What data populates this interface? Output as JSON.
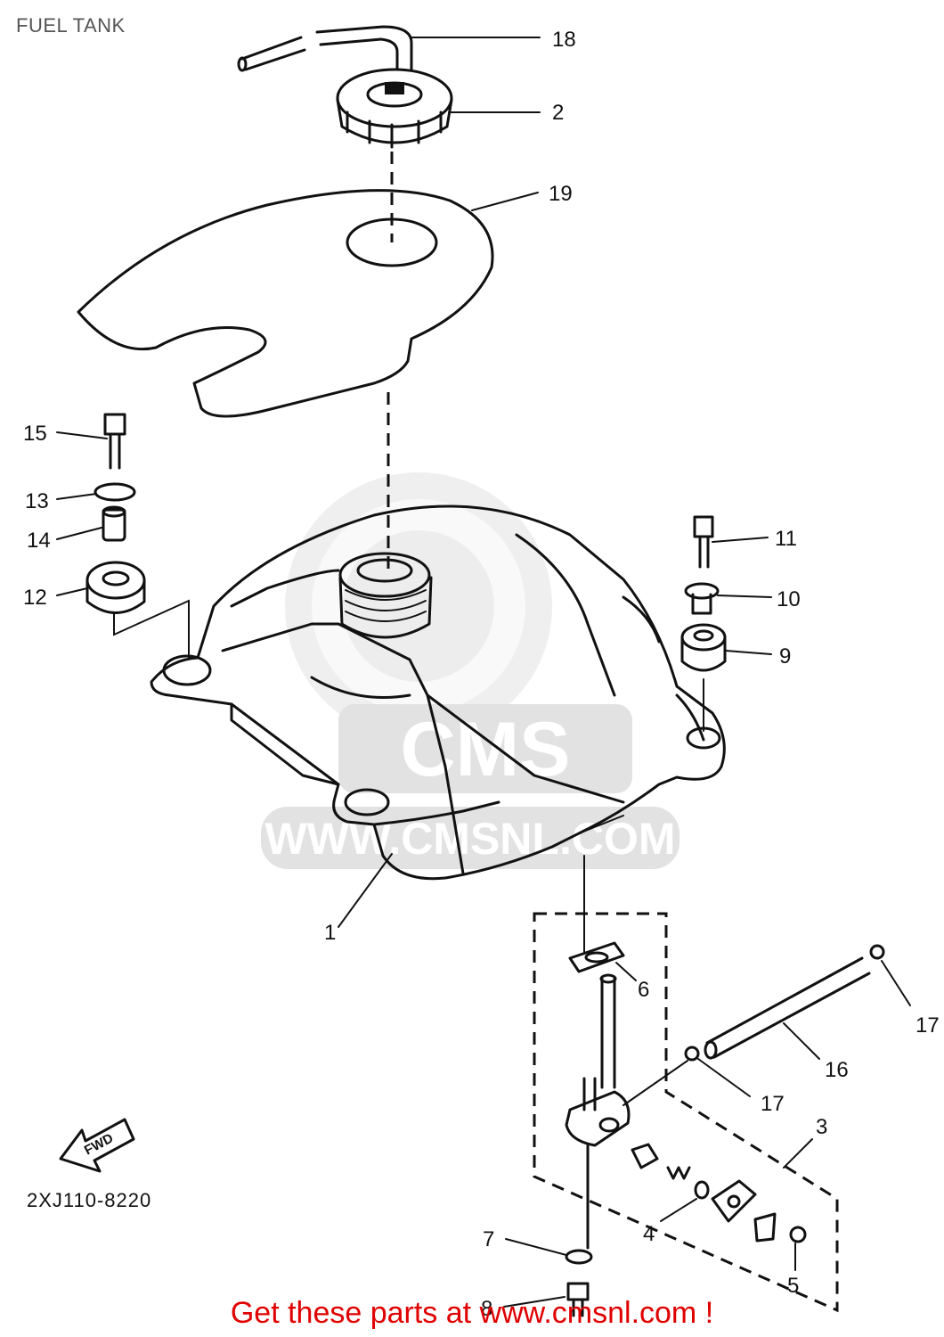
{
  "title": "FUEL TANK",
  "reference_code": "2XJ110-8220",
  "fwd_label": "FWD",
  "watermark": {
    "brand": "CMS",
    "url": "WWW.CMSNL.COM"
  },
  "promo_text": "Get these parts at www.cmsnl.com !",
  "callouts": [
    "18",
    "2",
    "19",
    "15",
    "13",
    "14",
    "12",
    "11",
    "10",
    "9",
    "1",
    "6",
    "17",
    "16",
    "17",
    "3",
    "4",
    "7",
    "5",
    "8"
  ]
}
